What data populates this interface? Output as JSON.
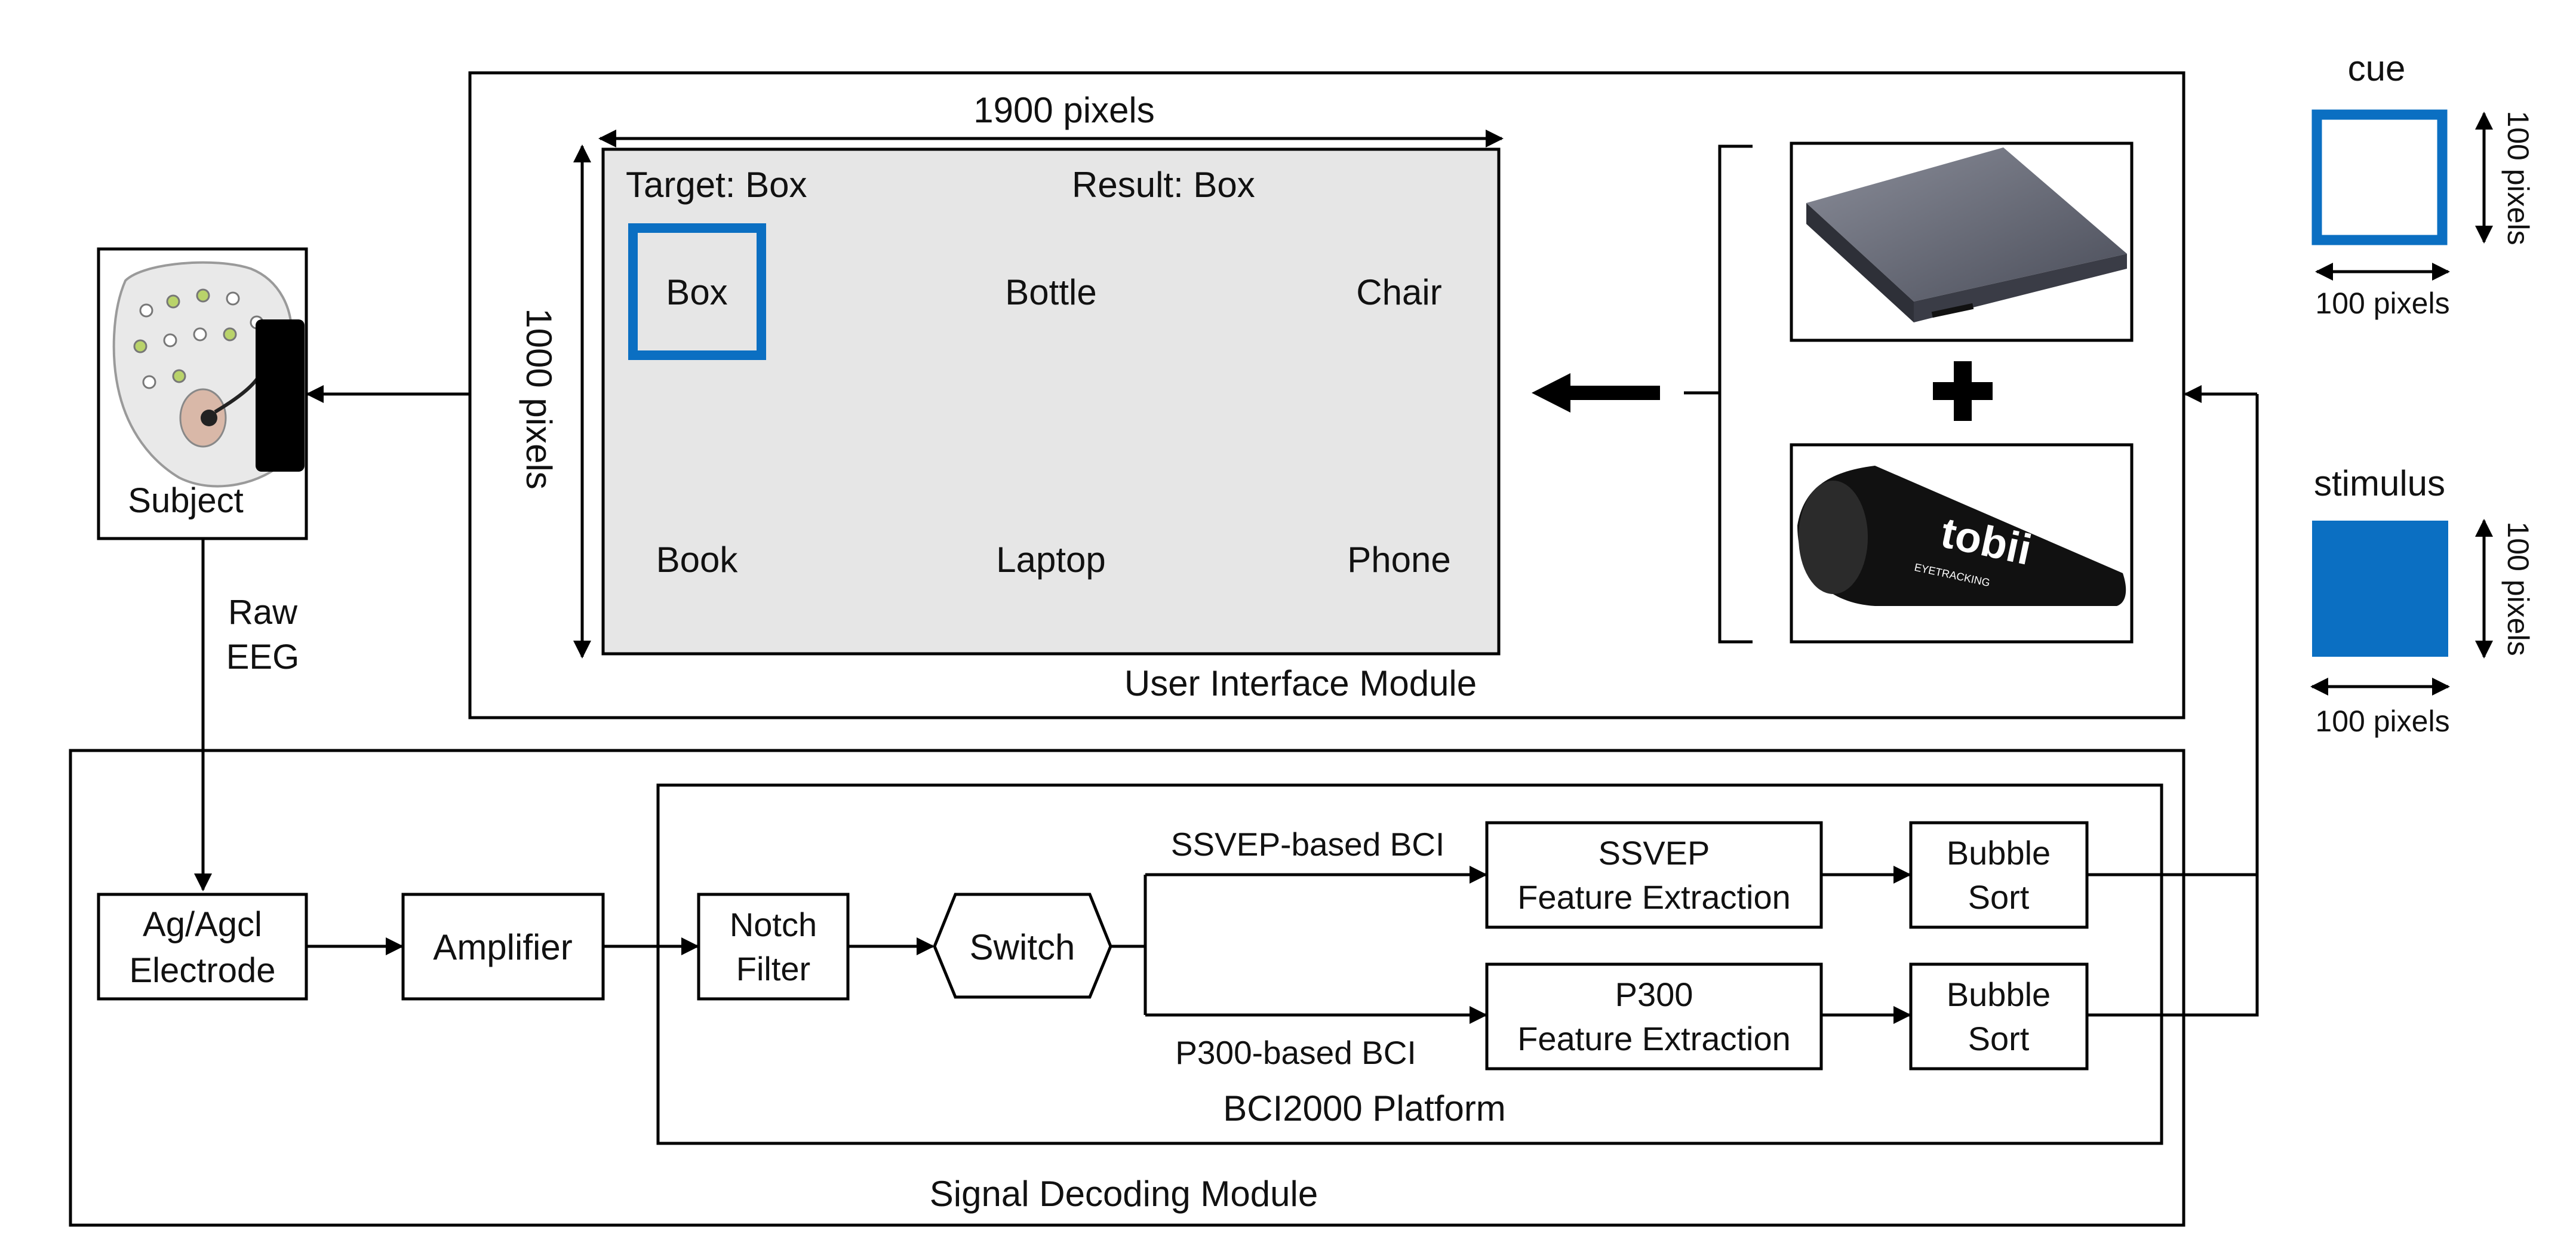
{
  "subject": {
    "label": "Subject"
  },
  "raw_eeg": {
    "line1": "Raw",
    "line2": "EEG"
  },
  "ui_module": {
    "title": "User Interface Module",
    "width_label": "1900 pixels",
    "height_label": "1000 pixels",
    "screen": {
      "target_text": "Target: Box",
      "result_text": "Result: Box",
      "items": [
        "Box",
        "Bottle",
        "Chair",
        "Book",
        "Laptop",
        "Phone"
      ]
    },
    "eyetracker_brand": "tobii",
    "eyetracker_sub": "EYETRACKING"
  },
  "signal_module": {
    "title": "Signal Decoding Module",
    "electrode": {
      "line1": "Ag/Agcl",
      "line2": "Electrode"
    },
    "amplifier": "Amplifier",
    "platform": {
      "title": "BCI2000 Platform",
      "notch": {
        "line1": "Notch",
        "line2": "Filter"
      },
      "switch": "Switch",
      "ssvep_path_label": "SSVEP-based BCI",
      "p300_path_label": "P300-based BCI",
      "ssvep_fe": {
        "line1": "SSVEP",
        "line2": "Feature Extraction"
      },
      "p300_fe": {
        "line1": "P300",
        "line2": "Feature Extraction"
      },
      "sort1": {
        "line1": "Bubble",
        "line2": "Sort"
      },
      "sort2": {
        "line1": "Bubble",
        "line2": "Sort"
      }
    }
  },
  "legend": {
    "cue": {
      "label": "cue",
      "width": "100 pixels",
      "height": "100 pixels"
    },
    "stimulus": {
      "label": "stimulus",
      "width": "100 pixels",
      "height": "100 pixels"
    }
  },
  "colors": {
    "accent_blue": "#0B6FC2",
    "screen_gray": "#E6E6E6",
    "device_gray": "#5A5E6B"
  }
}
